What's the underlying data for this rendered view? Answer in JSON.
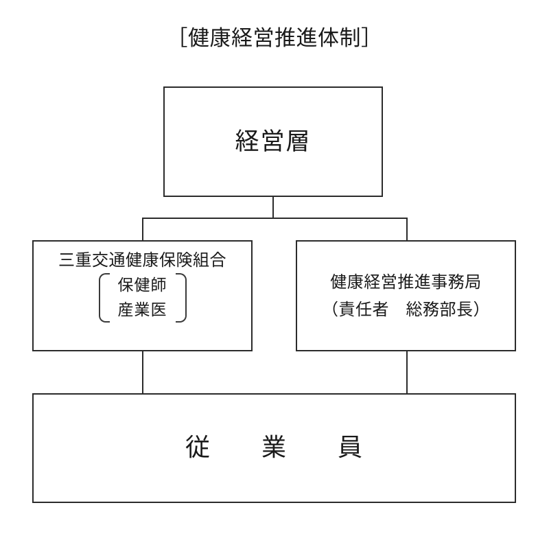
{
  "diagram": {
    "title": "［健康経営推進体制］",
    "type": "organization-chart",
    "background_color": "#ffffff",
    "line_color": "#2b2b2b",
    "text_color": "#1a1a1a",
    "nodes": {
      "executive": {
        "label": "経営層"
      },
      "insurance_union": {
        "heading": "三重交通健康保険組合",
        "bracket_items": [
          "保健師",
          "産業医"
        ]
      },
      "promotion_office": {
        "line1": "健康経営推進事務局",
        "line2": "（責任者　総務部長）"
      },
      "employees": {
        "label": "従　　業　　員"
      }
    },
    "connections": [
      {
        "from": "executive",
        "to": "insurance_union"
      },
      {
        "from": "executive",
        "to": "promotion_office"
      },
      {
        "from": "insurance_union",
        "to": "employees"
      },
      {
        "from": "promotion_office",
        "to": "employees"
      }
    ]
  }
}
